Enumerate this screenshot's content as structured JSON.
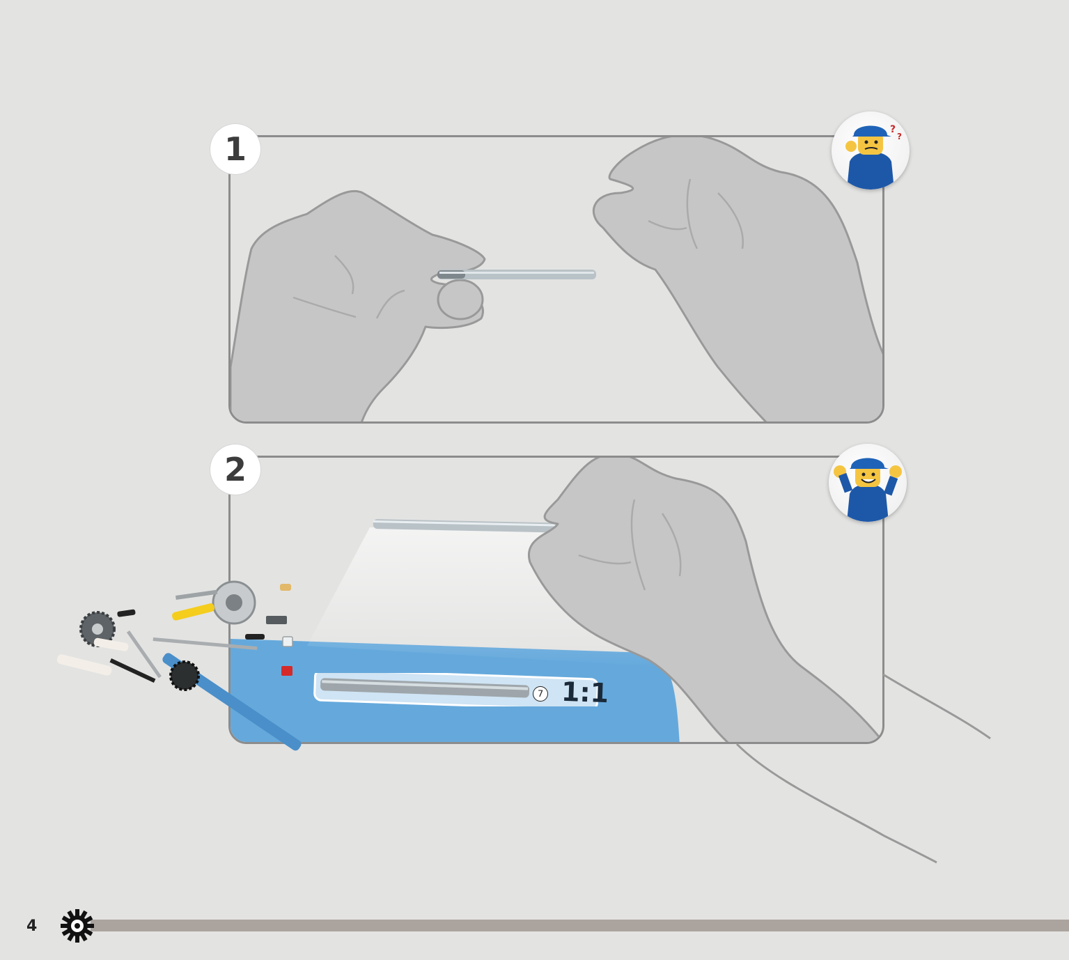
{
  "steps": [
    {
      "number": "1"
    },
    {
      "number": "2"
    }
  ],
  "scale_indicator": {
    "quantity": "7",
    "ratio": "1:1"
  },
  "footer": {
    "page_number": "4"
  },
  "colors": {
    "background": "#e3e3e2",
    "frame_border": "#8c8c8c",
    "mat_blue": "#65a9dc",
    "hand_fill": "#c6c6c6",
    "hand_stroke": "#999999",
    "axle_gray": "#a8b2b8",
    "footer_bar": "#aaa39e"
  },
  "icons": [
    "gear-icon",
    "confused-minifigure-icon",
    "happy-minifigure-icon"
  ]
}
